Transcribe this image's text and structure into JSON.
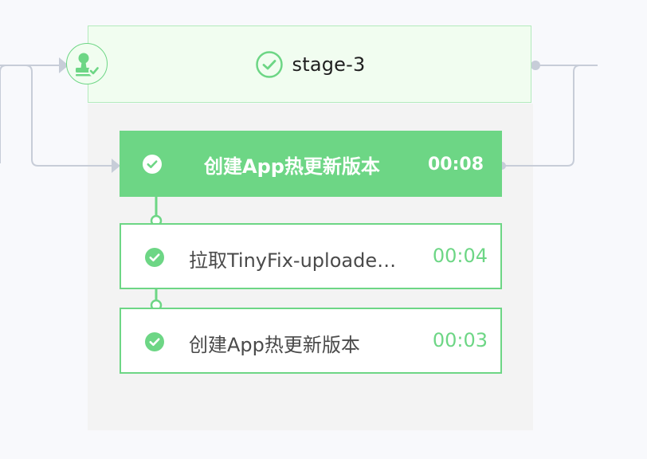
{
  "stage": {
    "title": "stage-3",
    "status_icon": "check-circle-icon",
    "review_icon": "stamp-approved-icon"
  },
  "job": {
    "name": "创建App热更新版本",
    "duration": "00:08",
    "status_icon": "check-circle-icon"
  },
  "steps": [
    {
      "name": "拉取TinyFix-uploader",
      "display_name": "拉取TinyFix-uploade…",
      "duration": "00:04",
      "status_icon": "check-circle-icon"
    },
    {
      "name": "创建App热更新版本",
      "duration": "00:03",
      "status_icon": "check-circle-icon"
    }
  ],
  "colors": {
    "success": "#6dd685",
    "stage_header_bg": "#f1fdf0",
    "stage_header_border": "#b3eabc",
    "stage_body_bg": "#f3f3f3",
    "connector": "#c7cdd8",
    "page_bg": "#f8f9fc"
  }
}
